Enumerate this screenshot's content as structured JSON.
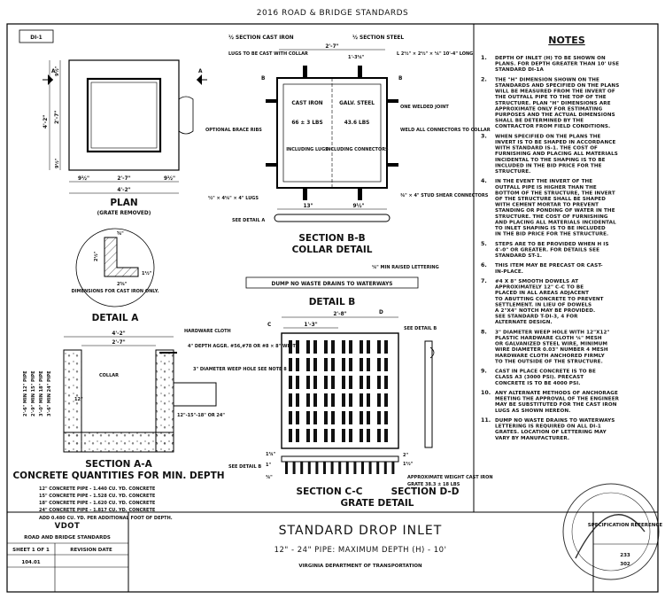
{
  "header": {
    "title": "2016 ROAD & BRIDGE STANDARDS"
  },
  "sheet_tag": "DI-1",
  "section_bb_header": {
    "left": "½ SECTION CAST IRON",
    "right": "½ SECTION STEEL"
  },
  "plan": {
    "title": "PLAN",
    "subtitle": "(GRATE REMOVED)",
    "dim_inner": "2'-7\"",
    "dim_outer": "4'-2\"",
    "dim_side_left": "9½\"",
    "dim_side_right": "9½\"",
    "dim_vert_outer": "4'-2\"",
    "dim_vert_inner": "2'-7\"",
    "dim_vert_top": "9½\"",
    "dim_vert_bot": "9½\"",
    "marker_a": "A"
  },
  "detail_a": {
    "title": "DETAIL A",
    "note": "DIMENSIONS FOR CAST IRON ONLY.",
    "dim1": "⅝\"",
    "dim2": "2½\"",
    "dim3": "2⅝\"",
    "dim4": "1½\""
  },
  "section_bb": {
    "title": "SECTION B-B",
    "subtitle": "COLLAR DETAIL",
    "dim_top": "2'-7\"",
    "dim_side": "1'-3¼\"",
    "angle": "L 2½\" × 2½\" × ¼\" 10'-4\" LONG",
    "lugs": "LUGS TO BE CAST WITH COLLAR",
    "ci_title": "CAST IRON",
    "ci_weight": "66 ± 3 LBS",
    "ci_incl": "INCLUDING LUGS",
    "st_title": "GALV. STEEL",
    "st_weight": "43.6 LBS",
    "st_incl": "INCLUDING CONNECTORS",
    "welded": "ONE WELDED JOINT",
    "weld_all": "WELD ALL CONNECTORS TO COLLAR",
    "brace": "OPTIONAL BRACE RIBS",
    "lug_size": "½\" × 4⅛\" × 4\" LUGS",
    "stud": "⅜\" × 4\" STUD SHEAR CONNECTORS",
    "dim_bot_left": "13\"",
    "dim_bot_right": "9½\"",
    "see_detail_a": "SEE DETAIL A",
    "marker_b": "B"
  },
  "detail_b": {
    "title": "DETAIL B",
    "text": "DUMP NO WASTE   DRAINS TO WATERWAYS",
    "note": "¼\" MIN RAISED LETTERING"
  },
  "section_aa": {
    "title": "SECTION A-A",
    "subtitle": "CONCRETE QUANTITIES FOR MIN. DEPTH",
    "dim_top": "4'-2\"",
    "dim_inner": "2'-7\"",
    "collar": "COLLAR",
    "hardware": "HARDWARE CLOTH",
    "aggr": "4\" DEPTH AGGR. #56,#78 OR #8 × 8\" WIDTH",
    "weep": "3\" DIAMETER WEEP HOLE SEE NOTE 8",
    "pipe_sizes": "12\"-15\"-18\" OR 24\"",
    "pipe_label_12": "12\"",
    "left_dims": [
      "2'-6\" MIN 12\" PIPE",
      "2'-9\" MIN 15\" PIPE",
      "3'-0\" MIN 18\" PIPE",
      "3'-6\" MIN 24\" PIPE"
    ],
    "quantities": [
      "12\" CONCRETE PIPE - 1.440 CU. YD. CONCRETE",
      "15\" CONCRETE PIPE - 1.528 CU. YD. CONCRETE",
      "18\" CONCRETE PIPE - 1.620 CU. YD. CONCRETE",
      "24\" CONCRETE PIPE - 1.817 CU. YD. CONCRETE"
    ],
    "add_note": "ADD 0.480 CU. YD. PER ADDITIONAL FOOT OF DEPTH."
  },
  "grate": {
    "title_c": "SECTION C-C",
    "title_d": "SECTION D-D",
    "subtitle": "GRATE DETAIL",
    "dim_top": "2'-8\"",
    "dim_inner": "1'-3\"",
    "see_detail_b": "SEE DETAIL B",
    "see_detail_b2": "SEE DETAIL B",
    "weight_title": "APPROXIMATE WEIGHT CAST IRON",
    "weight": "GRATE 38.3 ± 18 LBS",
    "marker_c": "C",
    "marker_d": "D",
    "dim_bot": [
      "1¾\"",
      "1\"",
      "¾\"",
      "2\"",
      "1½\""
    ]
  },
  "notes": {
    "title": "NOTES",
    "items": [
      {
        "num": "1.",
        "lines": [
          "DEPTH OF INLET (H) TO BE SHOWN ON",
          "PLANS. FOR DEPTH GREATER THAN 10' USE",
          "STANDARD DI-1A"
        ]
      },
      {
        "num": "2.",
        "lines": [
          "THE \"H\" DIMENSION SHOWN ON THE",
          "STANDARDS AND SPECIFIED ON THE PLANS",
          "WILL BE MEASURED FROM THE INVERT OF",
          "THE OUTFALL PIPE TO THE TOP OF THE",
          "STRUCTURE. PLAN \"H\" DIMENSIONS ARE",
          "APPROXIMATE ONLY FOR ESTIMATING",
          "PURPOSES AND THE ACTUAL DIMENSIONS",
          "SHALL BE DETERMINED BY THE",
          "CONTRACTOR FROM FIELD CONDITIONS."
        ]
      },
      {
        "num": "3.",
        "lines": [
          "WHEN SPECIFIED ON THE PLANS THE",
          "INVERT IS TO BE SHAPED IN ACCORDANCE",
          "WITH STANDARD IS-1. THE COST OF",
          "FURNISHING AND PLACING ALL MATERIALS",
          "INCIDENTAL TO THE SHAPING IS TO BE",
          "INCLUDED IN THE BID PRICE FOR THE",
          "STRUCTURE."
        ]
      },
      {
        "num": "4.",
        "lines": [
          "IN THE EVENT THE INVERT OF THE",
          "OUTFALL PIPE IS HIGHER THAN THE",
          "BOTTOM OF THE STRUCTURE, THE INVERT",
          "OF THE STRUCTURE SHALL BE SHAPED",
          "WITH CEMENT MORTAR TO PREVENT",
          "STANDING OR PONDING OF WATER IN THE",
          "STRUCTURE. THE COST OF FURNISHING",
          "AND PLACING ALL MATERIALS INCIDENTAL",
          "TO INLET SHAPING IS TO BE INCLUDED",
          "IN THE BID PRICE FOR THE STRUCTURE."
        ]
      },
      {
        "num": "5.",
        "lines": [
          "STEPS ARE TO BE PROVIDED WHEN H IS",
          "4'-0\" OR GREATER. FOR DETAILS SEE",
          "STANDARD ST-1."
        ]
      },
      {
        "num": "6.",
        "lines": [
          "THIS ITEM MAY BE PRECAST OR CAST-",
          "IN-PLACE."
        ]
      },
      {
        "num": "7.",
        "lines": [
          "#4 X 8\" SMOOTH DOWELS AT",
          "APPROXIMATELY 12\" C-C TO BE",
          "PLACED IN ALL AREAS ADJACENT",
          "TO ABUTTING CONCRETE TO PREVENT",
          "SETTLEMENT. IN LIEU OF DOWELS",
          "A 2\"X4\" NOTCH MAY BE PROVIDED.",
          "SEE STANDARD T-DI-3, 4 FOR",
          "ALTERNATE DESIGN."
        ]
      },
      {
        "num": "8.",
        "lines": [
          "3\" DIAMETER WEEP HOLE WITH 12\"X12\"",
          "PLASTIC HARDWARE CLOTH ¼\" MESH",
          "OR GALVANIZED STEEL WIRE, MINIMUM",
          "WIRE DIAMETER 0.03\" NUMBER 4 MESH",
          "HARDWARE CLOTH ANCHORED FIRMLY",
          "TO THE OUTSIDE OF THE STRUCTURE."
        ]
      },
      {
        "num": "9.",
        "lines": [
          "CAST IN PLACE CONCRETE IS TO BE",
          "CLASS A3 (3000 PSI). PRECAST",
          "CONCRETE IS TO BE 4000 PSI."
        ]
      },
      {
        "num": "10.",
        "lines": [
          "ANY ALTERNATE METHODS OF ANCHORAGE",
          "MEETING THE APPROVAL OF THE ENGINEER",
          "MAY BE SUBSTITUTED FOR THE CAST IRON",
          "LUGS AS SHOWN HEREON."
        ]
      },
      {
        "num": "11.",
        "lines": [
          "DUMP NO WASTE DRAINS TO WATERWAYS",
          "LETTERING IS REQUIRED ON ALL DI-1",
          "GRATES. LOCATION OF LETTERING MAY",
          "VARY BY MANUFACTURER."
        ]
      }
    ]
  },
  "title_block": {
    "logo": "VDOT",
    "org": "ROAD AND BRIDGE STANDARDS",
    "sheet": "SHEET 1 OF 1",
    "revision_label": "REVISION DATE",
    "section_num": "104.01",
    "drawing_title": "STANDARD DROP INLET",
    "drawing_subtitle": "12\" - 24\" PIPE: MAXIMUM DEPTH (H) - 10'",
    "department": "VIRGINIA DEPARTMENT OF TRANSPORTATION",
    "spec_label": "SPECIFICATION REFERENCE",
    "spec_1": "233",
    "spec_2": "302"
  }
}
